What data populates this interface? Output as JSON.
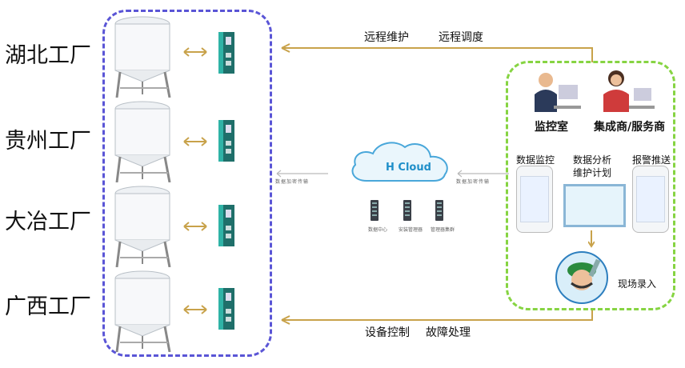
{
  "factories": [
    "湖北工厂",
    "贵州工厂",
    "大冶工厂",
    "广西工厂"
  ],
  "cloud": {
    "label": "H Cloud",
    "servers": [
      "数据中心",
      "安装管理器",
      "管理器集群"
    ]
  },
  "top_arrow_labels": [
    "远程维护",
    "远程调度"
  ],
  "bottom_arrow_labels": [
    "设备控制",
    "故障处理"
  ],
  "stream_text_left": "数据加密传输",
  "stream_text_right": "数据加密传输",
  "right_panel": {
    "people": [
      "监控室",
      "集成商/服务商"
    ],
    "features": [
      "数据监控",
      "数据分析",
      "维护计划",
      "报警推送"
    ],
    "onsite": "现场录入"
  },
  "colors": {
    "left_border": "#5a55d6",
    "right_border": "#86d442",
    "arrow": "#c8a24a",
    "cloud": "#1f8fc9"
  }
}
